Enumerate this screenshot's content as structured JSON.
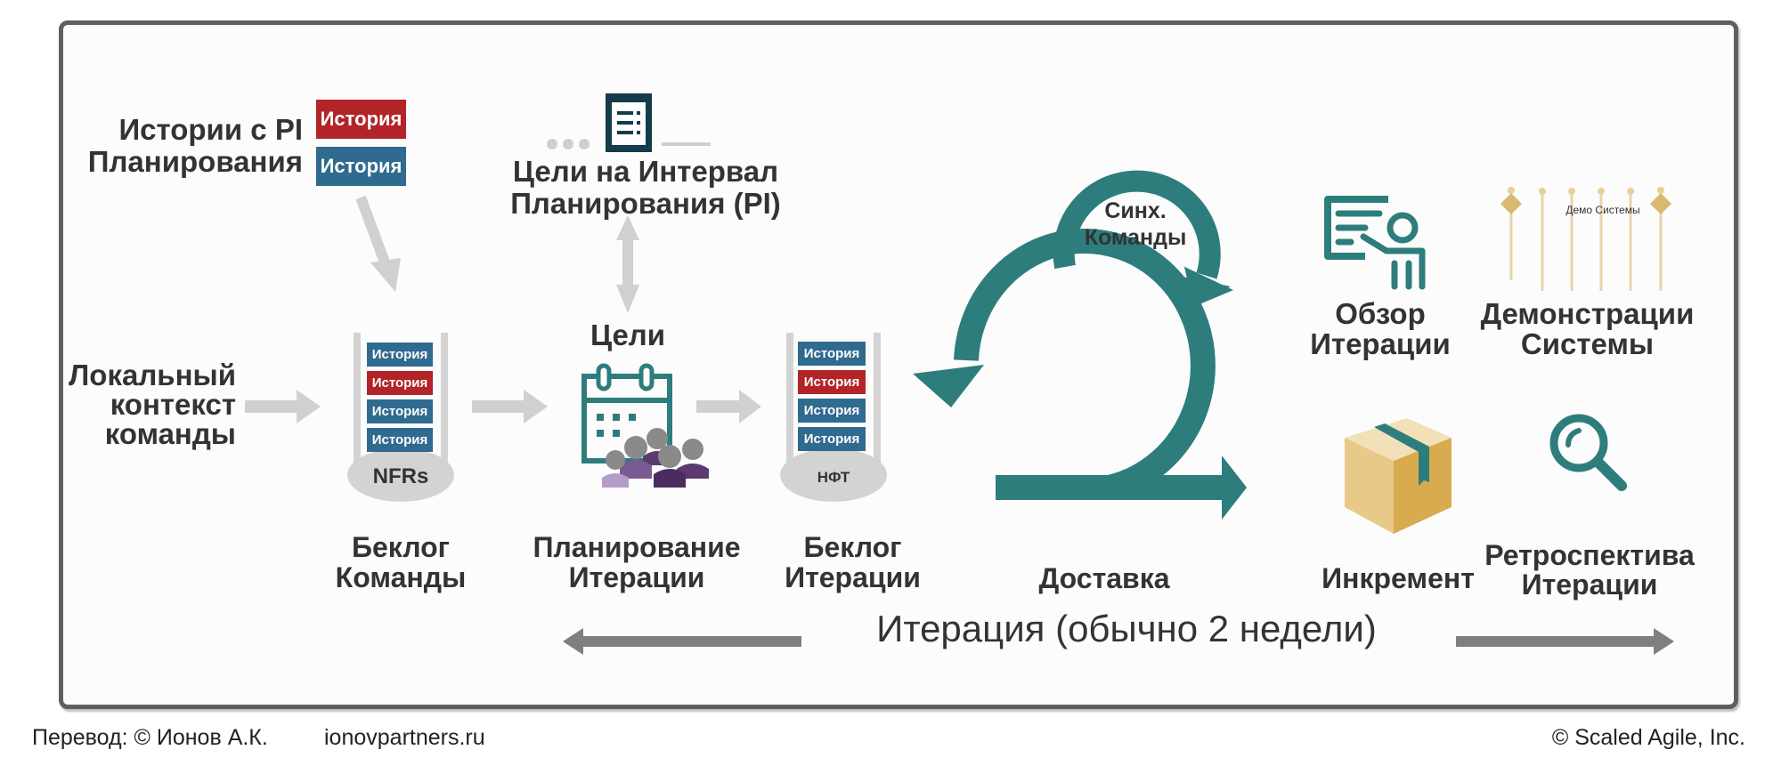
{
  "diagram": {
    "pi_stories": {
      "label_line1": "Истории с PI",
      "label_line2": "Планирования",
      "cards": [
        {
          "text": "История",
          "color": "#b22428"
        },
        {
          "text": "История",
          "color": "#2f6b8e"
        }
      ]
    },
    "pi_objectives": {
      "label_line1": "Цели на Интервал",
      "label_line2": "Планирования (PI)"
    },
    "local_context": {
      "line1": "Локальный",
      "line2": "контекст",
      "line3": "команды"
    },
    "team_backlog": {
      "cards": [
        {
          "text": "История",
          "color": "#2f6b8e"
        },
        {
          "text": "История",
          "color": "#b22428"
        },
        {
          "text": "История",
          "color": "#2f6b8e"
        },
        {
          "text": "История",
          "color": "#2f6b8e"
        }
      ],
      "base_label": "NFRs",
      "label_line1": "Беклог",
      "label_line2": "Команды"
    },
    "iteration_planning": {
      "goals_label": "Цели",
      "label_line1": "Планирование",
      "label_line2": "Итерации"
    },
    "iteration_backlog": {
      "cards": [
        {
          "text": "История",
          "color": "#2f6b8e"
        },
        {
          "text": "История",
          "color": "#b22428"
        },
        {
          "text": "История",
          "color": "#2f6b8e"
        },
        {
          "text": "История",
          "color": "#2f6b8e"
        }
      ],
      "base_label": "НФТ",
      "label_line1": "Беклог",
      "label_line2": "Итерации"
    },
    "team_sync": {
      "line1": "Синх.",
      "line2": "Команды"
    },
    "delivery": {
      "label": "Доставка"
    },
    "iteration_review": {
      "label_line1": "Обзор",
      "label_line2": "Итерации"
    },
    "system_demo": {
      "caption": "Демо Системы",
      "label_line1": "Демонстрации",
      "label_line2": "Системы"
    },
    "increment": {
      "label": "Инкремент"
    },
    "retrospective": {
      "label_line1": "Ретроспектива",
      "label_line2": "Итерации"
    },
    "iteration_span": {
      "label": "Итерация (обычно 2 недели)"
    }
  },
  "footer": {
    "translation": "Перевод: © Ионов А.К.",
    "website": "ionovpartners.ru",
    "copyright": "© Scaled Agile,  Inc."
  },
  "colors": {
    "teal": "#2e7d7d",
    "story_red": "#b22428",
    "story_blue": "#2f6b8e",
    "arrow_gray": "#d0d0d0",
    "dark_navy": "#143c4a",
    "frame_gray": "#5f5f5f"
  }
}
